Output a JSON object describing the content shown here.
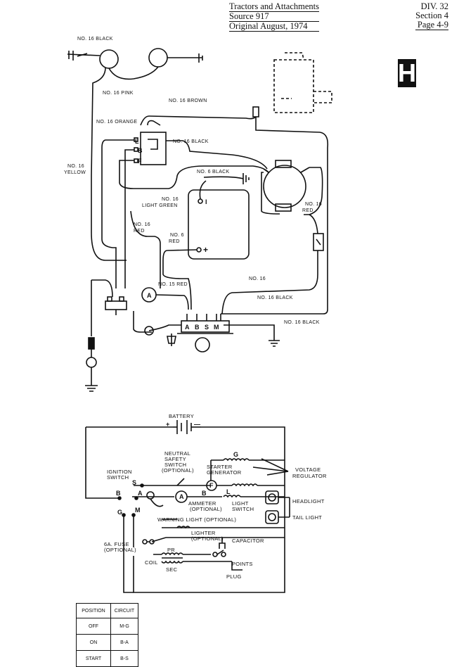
{
  "header": {
    "left": [
      "Tractors and Attachments",
      "Source 917",
      "Original  August, 1974"
    ],
    "right": [
      "DIV. 32",
      "Section 4",
      "Page 4-9"
    ]
  },
  "section_tab": "H",
  "wiring": {
    "black_16_top": "NO. 16 BLACK",
    "pink_16": "NO. 16 PINK",
    "brown_16": "NO. 16 BROWN",
    "orange_16": "NO. 16 ORANGE",
    "black_16_mid": "NO. 16 BLACK",
    "yellow_16_a": "NO. 16",
    "yellow_16_b": "YELLOW",
    "black_6": "NO. 6 BLACK",
    "light_green_a": "NO. 16",
    "light_green_b": "LIGHT GREEN",
    "red_16_right_a": "NO. 16",
    "red_16_right_b": "RED",
    "red_16_left_a": "NO. 16",
    "red_16_left_b": "RED",
    "red_6_a": "NO. 6",
    "red_6_b": "RED",
    "red_15": "NO. 15 RED",
    "no_16": "NO. 16",
    "black_16_low": "NO. 16 BLACK",
    "black_16_bottom": "NO. 16 BLACK",
    "reg_terminals": [
      "L",
      "B",
      "F"
    ],
    "ammeter": "A",
    "switch_terminals": [
      "A",
      "B",
      "S",
      "M"
    ],
    "battery_pos": "+",
    "battery_neg": "I"
  },
  "schematic": {
    "battery": "BATTERY",
    "plus": "+",
    "minus": "—",
    "neutral_1": "NEUTRAL",
    "neutral_2": "SAFETY",
    "neutral_3": "SWITCH",
    "neutral_4": "(OPTIONAL)",
    "ign_1": "IGNITION",
    "ign_2": "SWITCH",
    "g_top": "G",
    "starter_1": "STARTER",
    "starter_2": "GENERATOR",
    "voltage_1": "VOLTAGE",
    "voltage_2": "REGULATOR",
    "s": "S",
    "b_left": "B",
    "a_left": "A",
    "ammeter_sym": "A",
    "f_sym": "F",
    "b_mid": "B",
    "l": "L",
    "ammeter_1": "AMMETER",
    "ammeter_2": "(OPTIONAL)",
    "light_1": "LIGHT",
    "light_2": "SWITCH",
    "headlight": "HEADLIGHT",
    "taillight": "TAIL LIGHT",
    "g_left": "G",
    "m": "M",
    "warning": "WARNING LIGHT (OPTIONAL)",
    "lighter_1": "LIGHTER",
    "lighter_2": "(OPTIONAL)",
    "capacitor": "CAPACITOR",
    "fuse_1": "6A. FUSE",
    "fuse_2": "(OPTIONAL)",
    "pr": "PR",
    "coil": "COIL",
    "sec": "SEC",
    "points": "POINTS",
    "plug": "PLUG"
  },
  "position_table": {
    "headers": [
      "POSITION",
      "CIRCUIT"
    ],
    "rows": [
      [
        "OFF",
        "M-G"
      ],
      [
        "ON",
        "B-A"
      ],
      [
        "START",
        "B-S"
      ]
    ]
  }
}
